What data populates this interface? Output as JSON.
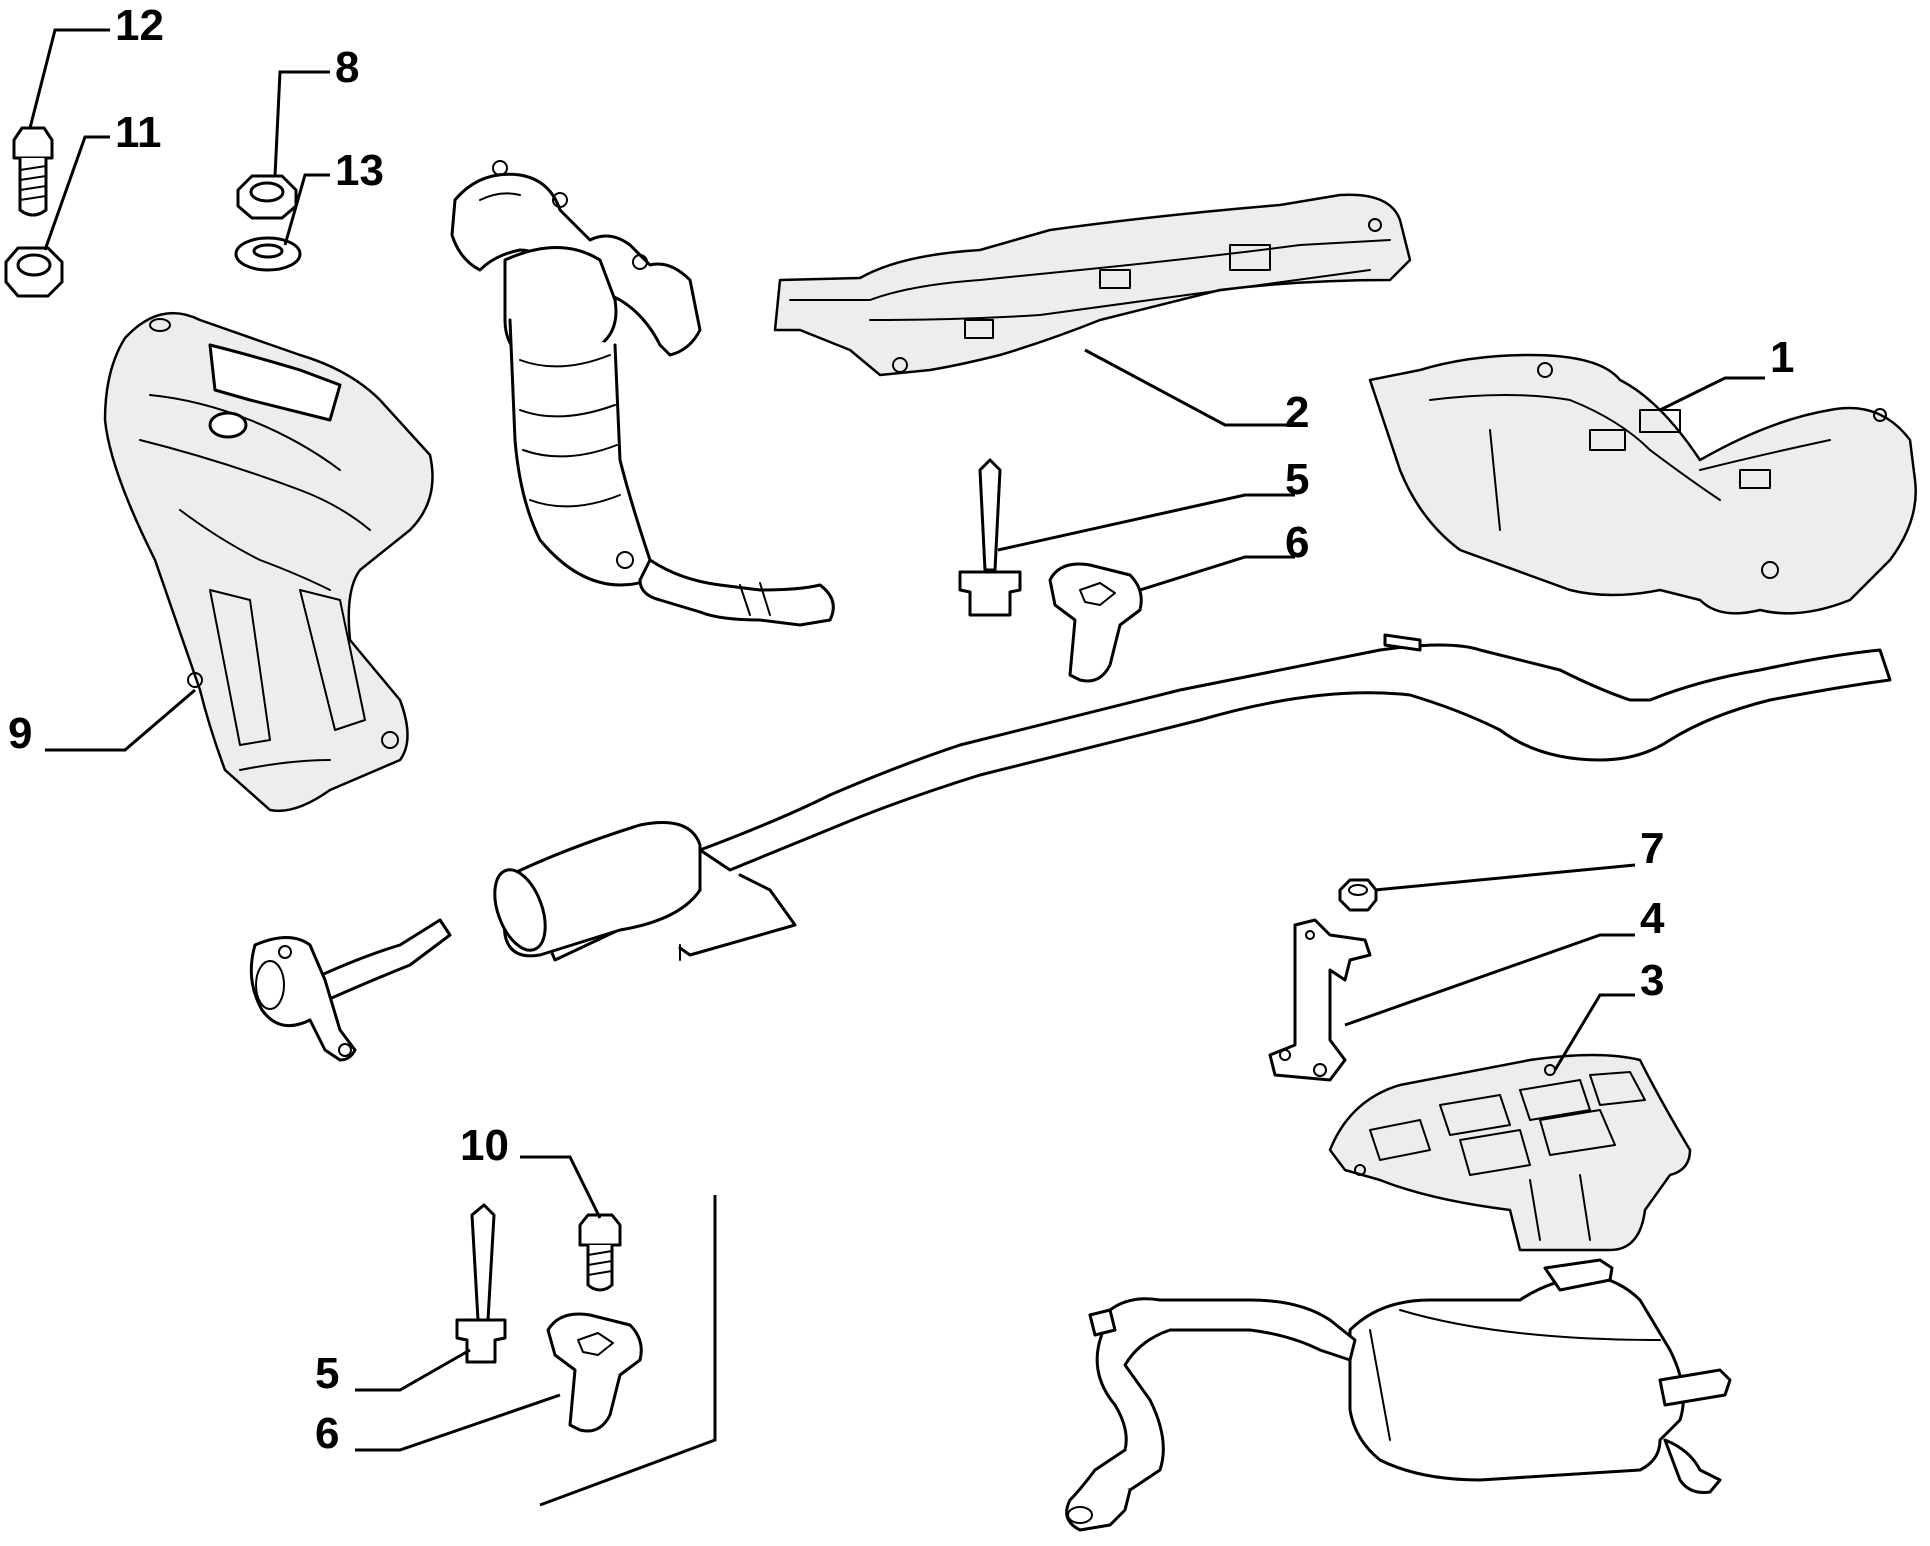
{
  "callouts": [
    {
      "id": "12",
      "text": "12"
    },
    {
      "id": "11",
      "text": "11"
    },
    {
      "id": "8",
      "text": "8"
    },
    {
      "id": "13",
      "text": "13"
    },
    {
      "id": "1",
      "text": "1"
    },
    {
      "id": "2",
      "text": "2"
    },
    {
      "id": "5a",
      "text": "5"
    },
    {
      "id": "6a",
      "text": "6"
    },
    {
      "id": "9",
      "text": "9"
    },
    {
      "id": "7",
      "text": "7"
    },
    {
      "id": "4",
      "text": "4"
    },
    {
      "id": "3",
      "text": "3"
    },
    {
      "id": "10",
      "text": "10"
    },
    {
      "id": "5b",
      "text": "5"
    },
    {
      "id": "6b",
      "text": "6"
    }
  ],
  "colors": {
    "line": "#000000",
    "background": "#ffffff",
    "fill": "#ededed"
  }
}
